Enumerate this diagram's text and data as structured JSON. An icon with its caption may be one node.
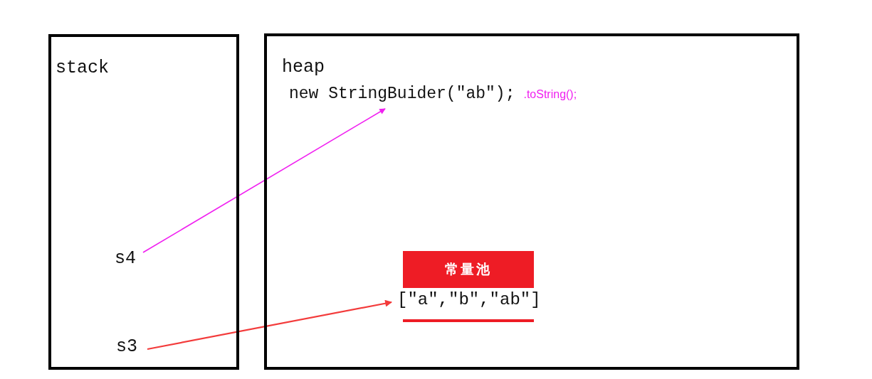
{
  "diagram": {
    "nodes": [
      {
        "text": [
          "stack"
        ]
      },
      {
        "text": [
          "s4"
        ],
        "in": 0
      },
      {
        "text": [
          "s3"
        ],
        "in": 0
      },
      {
        "text": [
          "heap"
        ]
      },
      {
        "text": [
          "new StringBuider(″ab″);"
        ],
        "in": 3,
        "beside": [
          ".toString();"
        ]
      },
      {
        "text": [
          "常量池"
        ],
        "in": 3
      },
      {
        "text": [
          "[″a″,″b″,″ab″]"
        ],
        "in": 3
      }
    ],
    "edges": [
      {
        "from": 1,
        "to": 4,
        "arrow": "to",
        "color": "#f020f0"
      },
      {
        "from": 2,
        "to": 6,
        "arrow": "to",
        "color": "#f33b3b"
      }
    ]
  }
}
